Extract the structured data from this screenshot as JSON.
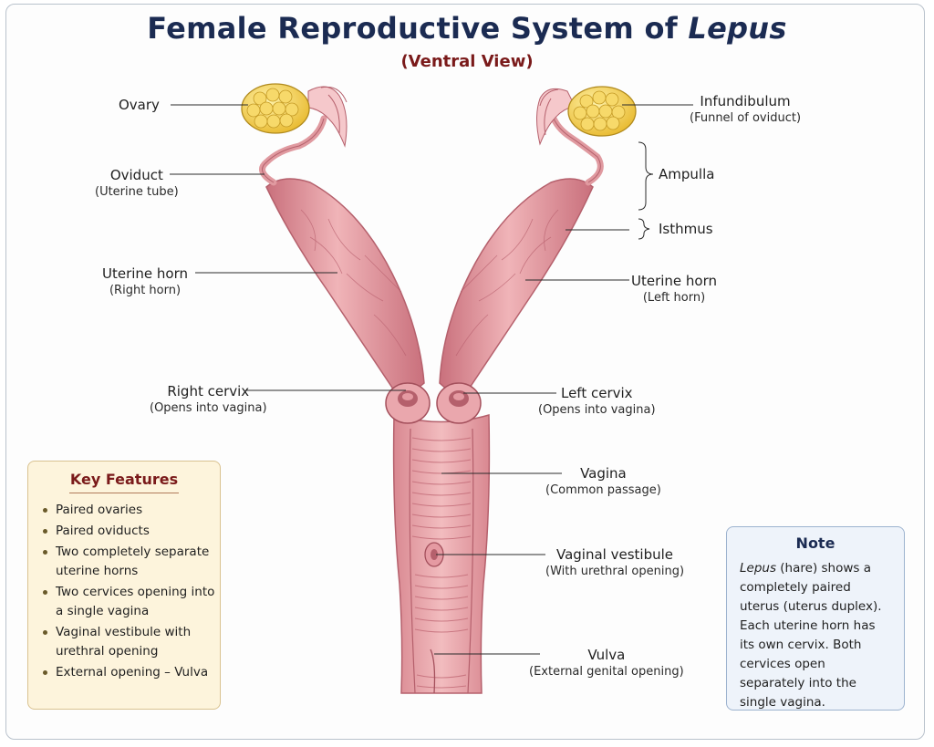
{
  "header": {
    "title_main": "Female Reproductive System of ",
    "title_genus": "Lepus",
    "subtitle": "(Ventral View)"
  },
  "labels": {
    "ovary": "Ovary",
    "oviduct": "Oviduct",
    "oviduct_sub": "(Uterine tube)",
    "infundibulum": "Infundibulum",
    "infundibulum_sub": "(Funnel of oviduct)",
    "ampulla": "Ampulla",
    "isthmus": "Isthmus",
    "uterine_horn_right": "Uterine horn",
    "uterine_horn_right_sub": "(Right horn)",
    "uterine_horn_left": "Uterine horn",
    "uterine_horn_left_sub": "(Left horn)",
    "right_cervix": "Right cervix",
    "right_cervix_sub": "(Opens into vagina)",
    "left_cervix": "Left cervix",
    "left_cervix_sub": "(Opens into vagina)",
    "vagina": "Vagina",
    "vagina_sub": "(Common passage)",
    "vestibule": "Vaginal vestibule",
    "vestibule_sub": "(With urethral opening)",
    "vulva": "Vulva",
    "vulva_sub": "(External genital opening)"
  },
  "key_features": {
    "heading": "Key Features",
    "items": [
      "Paired ovaries",
      "Paired oviducts",
      "Two completely separate uterine horns",
      "Two cervices opening into a single vagina",
      "Vaginal vestibule with urethral opening",
      "External opening – Vulva"
    ]
  },
  "note": {
    "heading": "Note",
    "genus": "Lepus",
    "text": " (hare) shows a completely paired uterus (uterus duplex).  Each uterine horn has its own cervix. Both cervices open separately into the single vagina."
  },
  "colors": {
    "title": "#1b2b52",
    "subtitle": "#7a1a1a",
    "tissue": "#e8a3a8",
    "tissue_dark": "#c86f7a",
    "ovary": "#f4d35e"
  }
}
